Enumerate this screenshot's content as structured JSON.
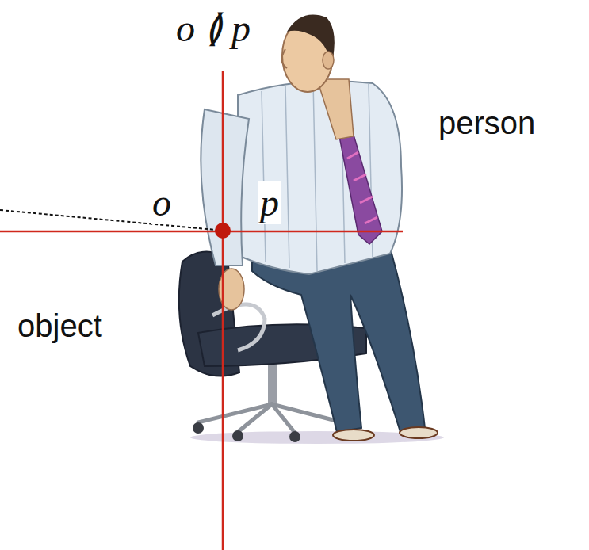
{
  "diagram": {
    "labels": [
      "o ≬ p",
      "person",
      "o",
      "p",
      "object"
    ]
  }
}
